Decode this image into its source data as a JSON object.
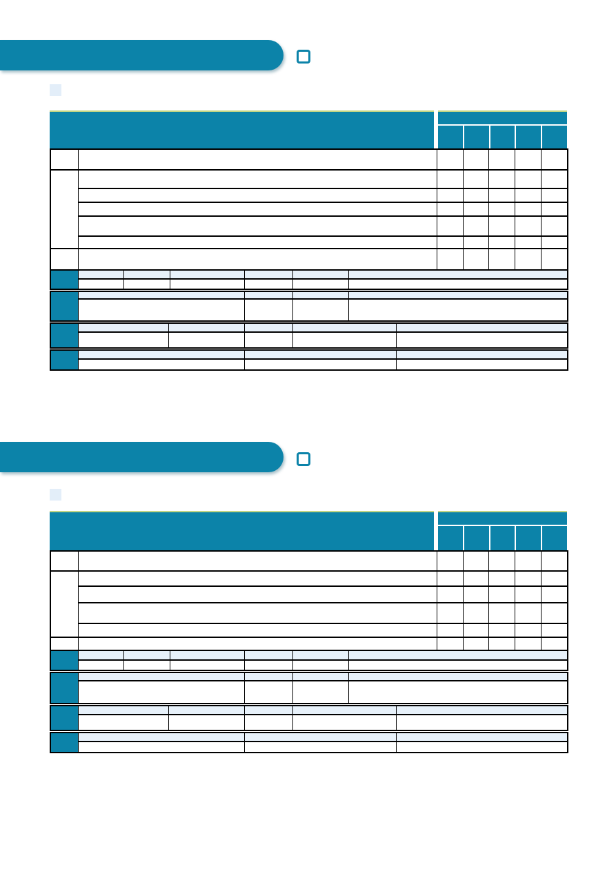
{
  "document": {
    "kind": "blank evaluation form template (two identical rating tables, no legible text)",
    "sections": [
      {
        "banner_title": "",
        "table": {
          "header_title": "",
          "rating_column_labels": [
            "",
            "",
            "",
            "",
            ""
          ],
          "item_rows": [
            "",
            "",
            "",
            "",
            "",
            "",
            ""
          ],
          "grouped_item_rows": "rows 2-6 share one number cell",
          "subsections": [
            {
              "label": "",
              "field_labels": [
                "",
                "",
                "",
                "",
                "",
                ""
              ],
              "field_values": [
                "",
                "",
                "",
                "",
                "",
                ""
              ]
            },
            {
              "label": "",
              "field_labels": [
                "",
                "",
                "",
                ""
              ],
              "field_values": [
                "",
                "",
                "",
                ""
              ]
            },
            {
              "label": "",
              "field_labels": [
                "",
                "",
                "",
                "",
                ""
              ],
              "field_values": [
                "",
                "",
                "",
                "",
                ""
              ]
            },
            {
              "label": "",
              "field_labels": [
                "",
                "",
                ""
              ],
              "field_values": [
                "",
                "",
                ""
              ]
            }
          ]
        }
      },
      {
        "banner_title": "",
        "table": {
          "header_title": "",
          "rating_column_labels": [
            "",
            "",
            "",
            "",
            ""
          ],
          "item_rows": [
            "",
            "",
            "",
            "",
            "",
            ""
          ],
          "grouped_item_rows": "rows 2-5 share one number cell",
          "subsections": [
            {
              "label": "",
              "field_labels": [
                "",
                "",
                "",
                "",
                "",
                ""
              ],
              "field_values": [
                "",
                "",
                "",
                "",
                "",
                ""
              ]
            },
            {
              "label": "",
              "field_labels": [
                "",
                "",
                "",
                ""
              ],
              "field_values": [
                "",
                "",
                "",
                ""
              ]
            },
            {
              "label": "",
              "field_labels": [
                "",
                "",
                "",
                "",
                ""
              ],
              "field_values": [
                "",
                "",
                "",
                "",
                ""
              ]
            },
            {
              "label": "",
              "field_labels": [
                "",
                "",
                ""
              ],
              "field_values": [
                "",
                "",
                ""
              ]
            }
          ]
        }
      }
    ]
  },
  "colors": {
    "teal": "#0c83a9",
    "light_blue_row": "#e7f1fa",
    "pale_blue_square": "#e3eef9",
    "header_top_accent": "#c2d583",
    "table_border": "#000000",
    "page_background": "#ffffff"
  },
  "icons": {
    "banner_side_icon": "outlined-rounded-square-icon",
    "section_bullet_icon": "pale-blue-square-icon"
  }
}
